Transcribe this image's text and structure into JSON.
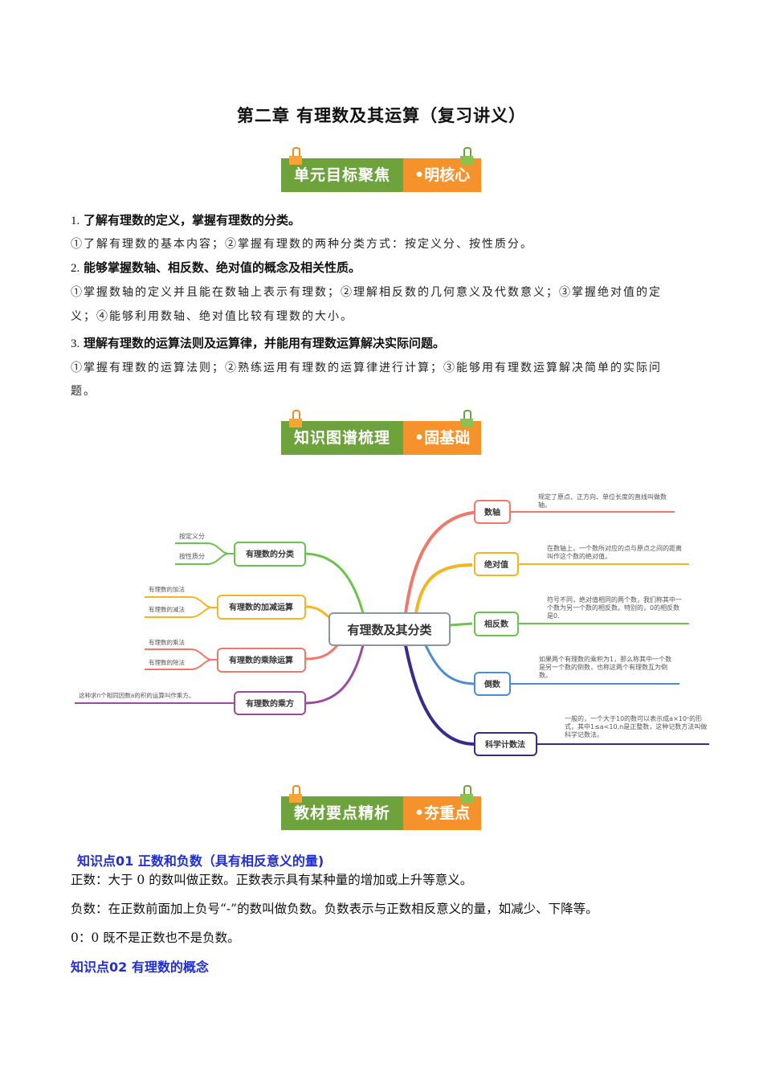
{
  "document": {
    "title": "第二章  有理数及其运算（复习讲义）"
  },
  "banners": [
    {
      "left": "单元目标聚焦",
      "right": "•明核心"
    },
    {
      "left": "知识图谱梳理",
      "right": "•固基础"
    },
    {
      "left": "教材要点精析",
      "right": "•夯重点"
    }
  ],
  "goals": [
    {
      "number": "1.",
      "heading": "了解有理数的定义，掌握有理数的分类。",
      "detail_lines": [
        "①了解有理数的基本内容；②掌握有理数的两种分类方式：按定义分、按性质分。"
      ]
    },
    {
      "number": "2.",
      "heading": "能够掌握数轴、相反数、绝对值的概念及相关性质。",
      "detail_lines": [
        "①掌握数轴的定义并且能在数轴上表示有理数；②理解相反数的几何意义及代数意义；③掌握绝对值的定",
        "义；④能够利用数轴、绝对值比较有理数的大小。"
      ]
    },
    {
      "number": "3.",
      "heading": "理解有理数的运算法则及运算律，并能用有理数运算解决实际问题。",
      "detail_lines": [
        "①掌握有理数的运算法则；②熟练运用有理数的运算律进行计算；③能够用有理数运算解决简单的实际问",
        "题。"
      ]
    }
  ],
  "mindmap": {
    "center": "有理数及其分类",
    "left_branches": [
      {
        "label": "有理数的分类",
        "color": "#6cc24a",
        "leaves": [
          "按定义分",
          "按性质分"
        ]
      },
      {
        "label": "有理数的加减运算",
        "color": "#f5b521",
        "leaves": [
          "有理数的加法",
          "有理数的减法"
        ]
      },
      {
        "label": "有理数的乘除运算",
        "color": "#f0776a",
        "leaves": [
          "有理数的乘法",
          "有理数的除法"
        ]
      },
      {
        "label": "有理数的乘方",
        "color": "#9b4a9e",
        "leaves": [
          "这种求n个相同因数a的积的运算叫作乘方。"
        ]
      }
    ],
    "right_branches": [
      {
        "label": "数轴",
        "color": "#f0776a",
        "note_lines": [
          "规定了原点、正方向、单位长度的直线叫做数",
          "轴。"
        ]
      },
      {
        "label": "绝对值",
        "color": "#f5b521",
        "note_lines": [
          "在数轴上，一个数所对应的点与原点之间的距离",
          "叫作这个数的绝对值。"
        ]
      },
      {
        "label": "相反数",
        "color": "#6cc24a",
        "note_lines": [
          "符号不同，绝对值相同的两个数，我们称其中一",
          "个数为另一个数的相反数。特别的，0的相反数",
          "是0."
        ]
      },
      {
        "label": "倒数",
        "color": "#4a8ad6",
        "note_lines": [
          "如果两个有理数的乘积为1，那么称其中一个数",
          "是另一个数的倒数，也称这两个有理数互为倒",
          "数。"
        ]
      },
      {
        "label": "科学计数法",
        "color": "#3b2a8c",
        "note_lines": [
          "一般的，一个大于10的数可以表示成a×10ⁿ的形",
          "式，其中1≤a<10,n是正整数，这种记数方法叫做",
          "科学记数法。"
        ]
      }
    ]
  },
  "knowledge_points": [
    {
      "heading": "知识点01  正数和负数（具有相反意义的量)",
      "paragraphs": [
        "正数：大于 0 的数叫做正数。正数表示具有某种量的增加或上升等意义。",
        "负数：在正数前面加上负号“-”的数叫做负数。负数表示与正数相反意义的量，如减少、下降等。",
        "0：0 既不是正数也不是负数。"
      ]
    },
    {
      "heading": "知识点02    有理数的概念",
      "paragraphs": []
    }
  ],
  "colors": {
    "banner_green": "#6ea23c",
    "banner_orange": "#f6922b",
    "knowledge_point_blue": "#1f2dd6"
  }
}
